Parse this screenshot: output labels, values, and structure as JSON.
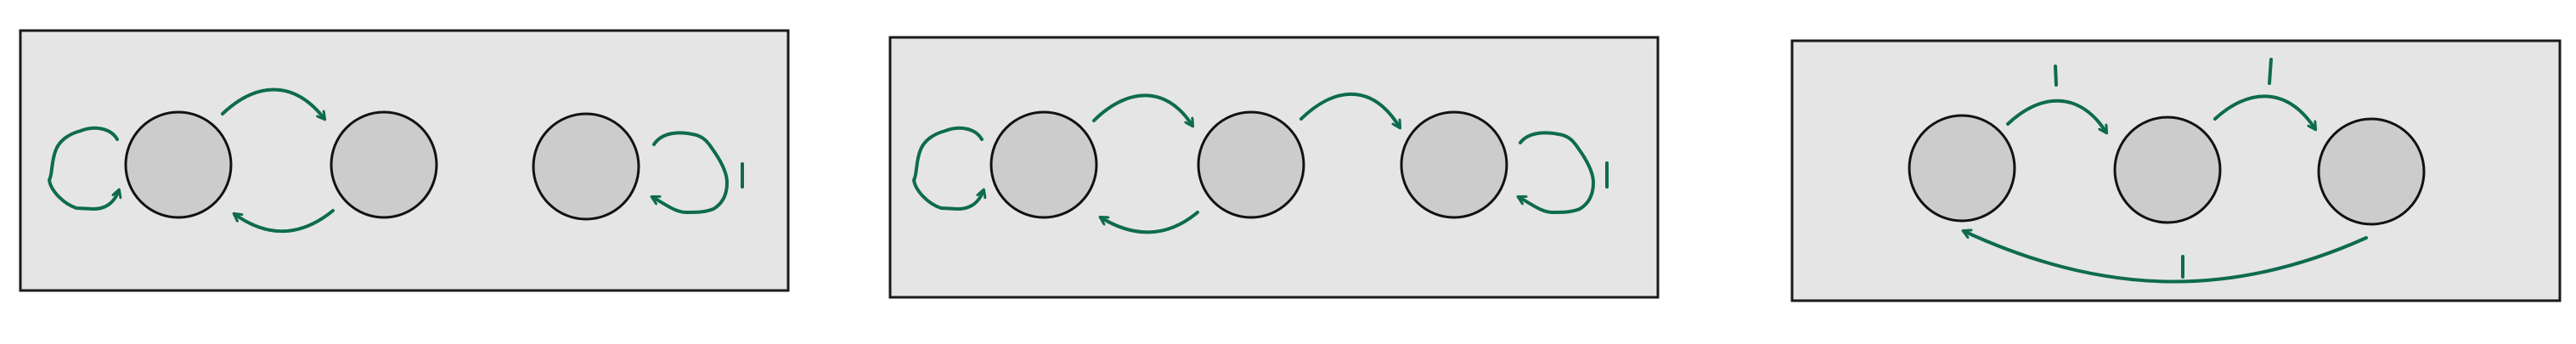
{
  "colors": {
    "background": "#ffffff",
    "panel_fill": "#e5e5e5",
    "panel_border": "#1a1a1a",
    "node_fill": "#cccccc",
    "node_border": "#111111",
    "arrow": "#0e6b4f"
  },
  "diagram": {
    "panels": [
      {
        "nodes": [
          "node-1",
          "node-2",
          "node-3"
        ],
        "edges": [
          {
            "from": "node-1",
            "to": "node-1",
            "kind": "self-loop"
          },
          {
            "from": "node-1",
            "to": "node-2",
            "kind": "arc"
          },
          {
            "from": "node-2",
            "to": "node-1",
            "kind": "arc"
          },
          {
            "from": "node-3",
            "to": "node-3",
            "kind": "self-loop",
            "marked": true
          }
        ]
      },
      {
        "nodes": [
          "node-1",
          "node-2",
          "node-3"
        ],
        "edges": [
          {
            "from": "node-1",
            "to": "node-1",
            "kind": "self-loop"
          },
          {
            "from": "node-1",
            "to": "node-2",
            "kind": "arc"
          },
          {
            "from": "node-2",
            "to": "node-1",
            "kind": "arc"
          },
          {
            "from": "node-2",
            "to": "node-3",
            "kind": "arc"
          },
          {
            "from": "node-3",
            "to": "node-3",
            "kind": "self-loop",
            "marked": true
          }
        ]
      },
      {
        "nodes": [
          "node-1",
          "node-2",
          "node-3"
        ],
        "edges": [
          {
            "from": "node-1",
            "to": "node-2",
            "kind": "arc",
            "marked": true
          },
          {
            "from": "node-2",
            "to": "node-3",
            "kind": "arc",
            "marked": true
          },
          {
            "from": "node-3",
            "to": "node-1",
            "kind": "arc",
            "marked": true
          }
        ]
      }
    ]
  }
}
